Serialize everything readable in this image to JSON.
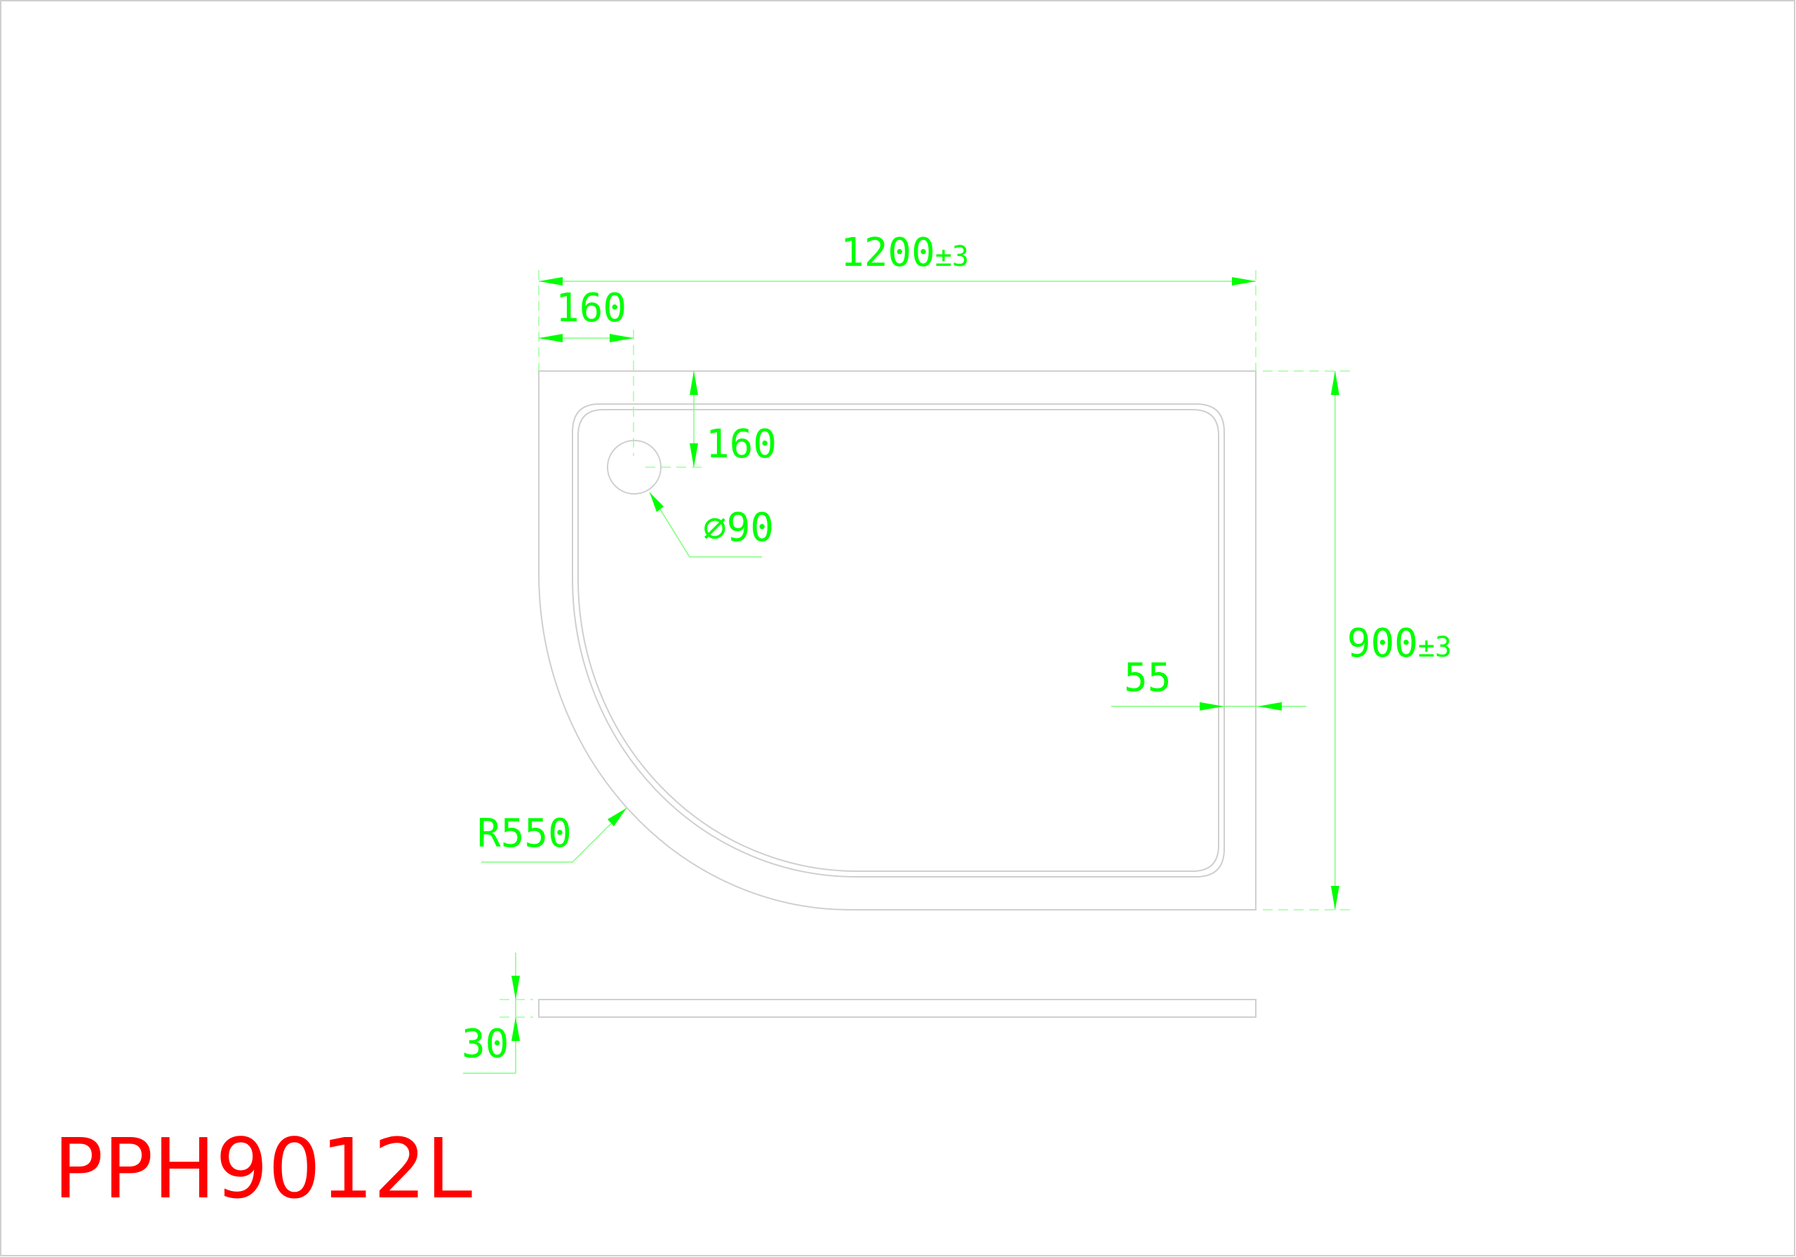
{
  "model": "PPH9012L",
  "dimensions": {
    "width": "1200",
    "width_tolerance": "±3",
    "depth": "900",
    "depth_tolerance": "±3",
    "waste_offset_x": "160",
    "waste_offset_y": "160",
    "waste_diameter": "∅90",
    "rim_width": "55",
    "radius": "R550",
    "height": "30"
  },
  "colors": {
    "dimension": "#00ff00",
    "title": "#ff0000",
    "outline": "#cfcfcf"
  }
}
